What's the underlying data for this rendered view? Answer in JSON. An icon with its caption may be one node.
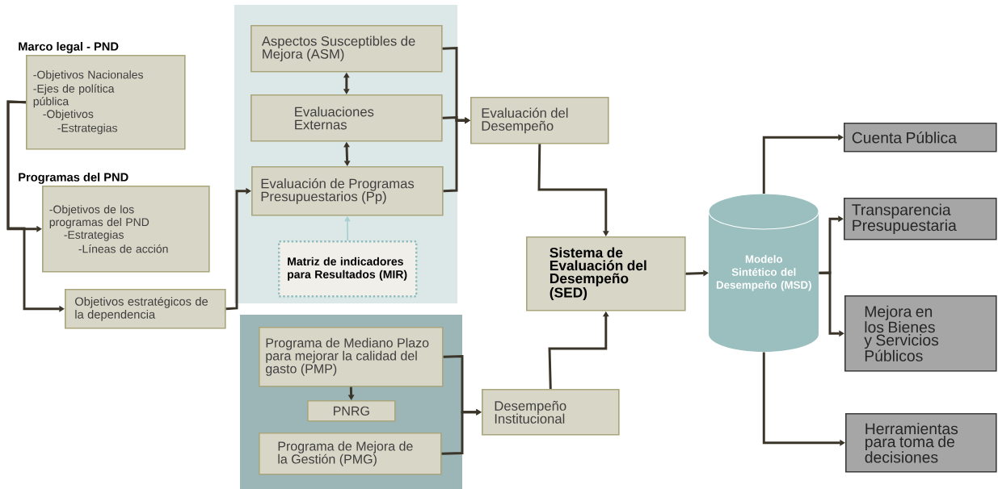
{
  "diagram": {
    "nodes": [
      {
        "text": [
          "Marco legal - PND",
          "-Objetivos Nacionales",
          "-Ejes de política pública",
          "-Objetivos",
          "-Estrategias"
        ]
      },
      {
        "text": [
          "Programas del PND",
          "-Objetivos de los programas del PND",
          "-Estrategias",
          "-Líneas de acción"
        ]
      },
      {
        "text": [
          "Objetivos estratégicos de la dependencia"
        ]
      },
      {
        "text": [
          "Aspectos Susceptibles de Mejora (ASM)"
        ]
      },
      {
        "text": [
          "Evaluaciones Externas"
        ]
      },
      {
        "text": [
          "Evaluación de Programas Presupuestarios (Pp)"
        ]
      },
      {
        "text": [
          "Matriz de indicadores para Resultados (MIR)"
        ]
      },
      {
        "text": [
          "Evaluación del Desempeño"
        ]
      },
      {
        "text": [
          "Programa de Mediano Plazo para mejorar la calidad del gasto (PMP)"
        ]
      },
      {
        "text": [
          "PNRG"
        ]
      },
      {
        "text": [
          "Programa de Mejora de la Gestión (PMG)"
        ]
      },
      {
        "text": [
          "Desempeño Institucional"
        ]
      },
      {
        "text": [
          "Sistema de Evaluación del Desempeño (SED)"
        ]
      },
      {
        "text": [
          "Modelo Sintético del Desempeño (MSD)"
        ]
      },
      {
        "text": [
          "Cuenta Pública"
        ]
      },
      {
        "text": [
          "Transparencia Presupuestaria"
        ]
      },
      {
        "text": [
          "Mejora en los Bienes y Servicios Públicos"
        ]
      },
      {
        "text": [
          "Herramientas para toma de decisiones"
        ]
      }
    ],
    "edges": [
      {
        "from": 0,
        "to": 1,
        "arrow": "to"
      },
      {
        "from": 0,
        "to": 2,
        "arrow": "to"
      },
      {
        "from": 2,
        "to": 5,
        "arrow": "to"
      },
      {
        "from": 3,
        "to": 4,
        "arrow": "both"
      },
      {
        "from": 4,
        "to": 5,
        "arrow": "both"
      },
      {
        "from": 3,
        "to": 7,
        "arrow": "to"
      },
      {
        "from": 4,
        "to": 7,
        "arrow": "to"
      },
      {
        "from": 5,
        "to": 7,
        "arrow": "to"
      },
      {
        "from": 6,
        "to": 5,
        "arrow": "to",
        "color": "#a9d1d1"
      },
      {
        "from": 7,
        "to": 12,
        "arrow": "to"
      },
      {
        "from": 8,
        "to": 9,
        "arrow": "to"
      },
      {
        "from": 8,
        "to": 11,
        "arrow": "to"
      },
      {
        "from": 10,
        "to": 11,
        "arrow": "to"
      },
      {
        "from": 11,
        "to": 12,
        "arrow": "to"
      },
      {
        "from": 12,
        "to": 13,
        "arrow": "to"
      },
      {
        "from": 13,
        "to": 14,
        "arrow": "to"
      },
      {
        "from": 13,
        "to": 15,
        "arrow": "to"
      },
      {
        "from": 13,
        "to": 16,
        "arrow": "to"
      },
      {
        "from": 13,
        "to": 17,
        "arrow": "to"
      }
    ]
  }
}
